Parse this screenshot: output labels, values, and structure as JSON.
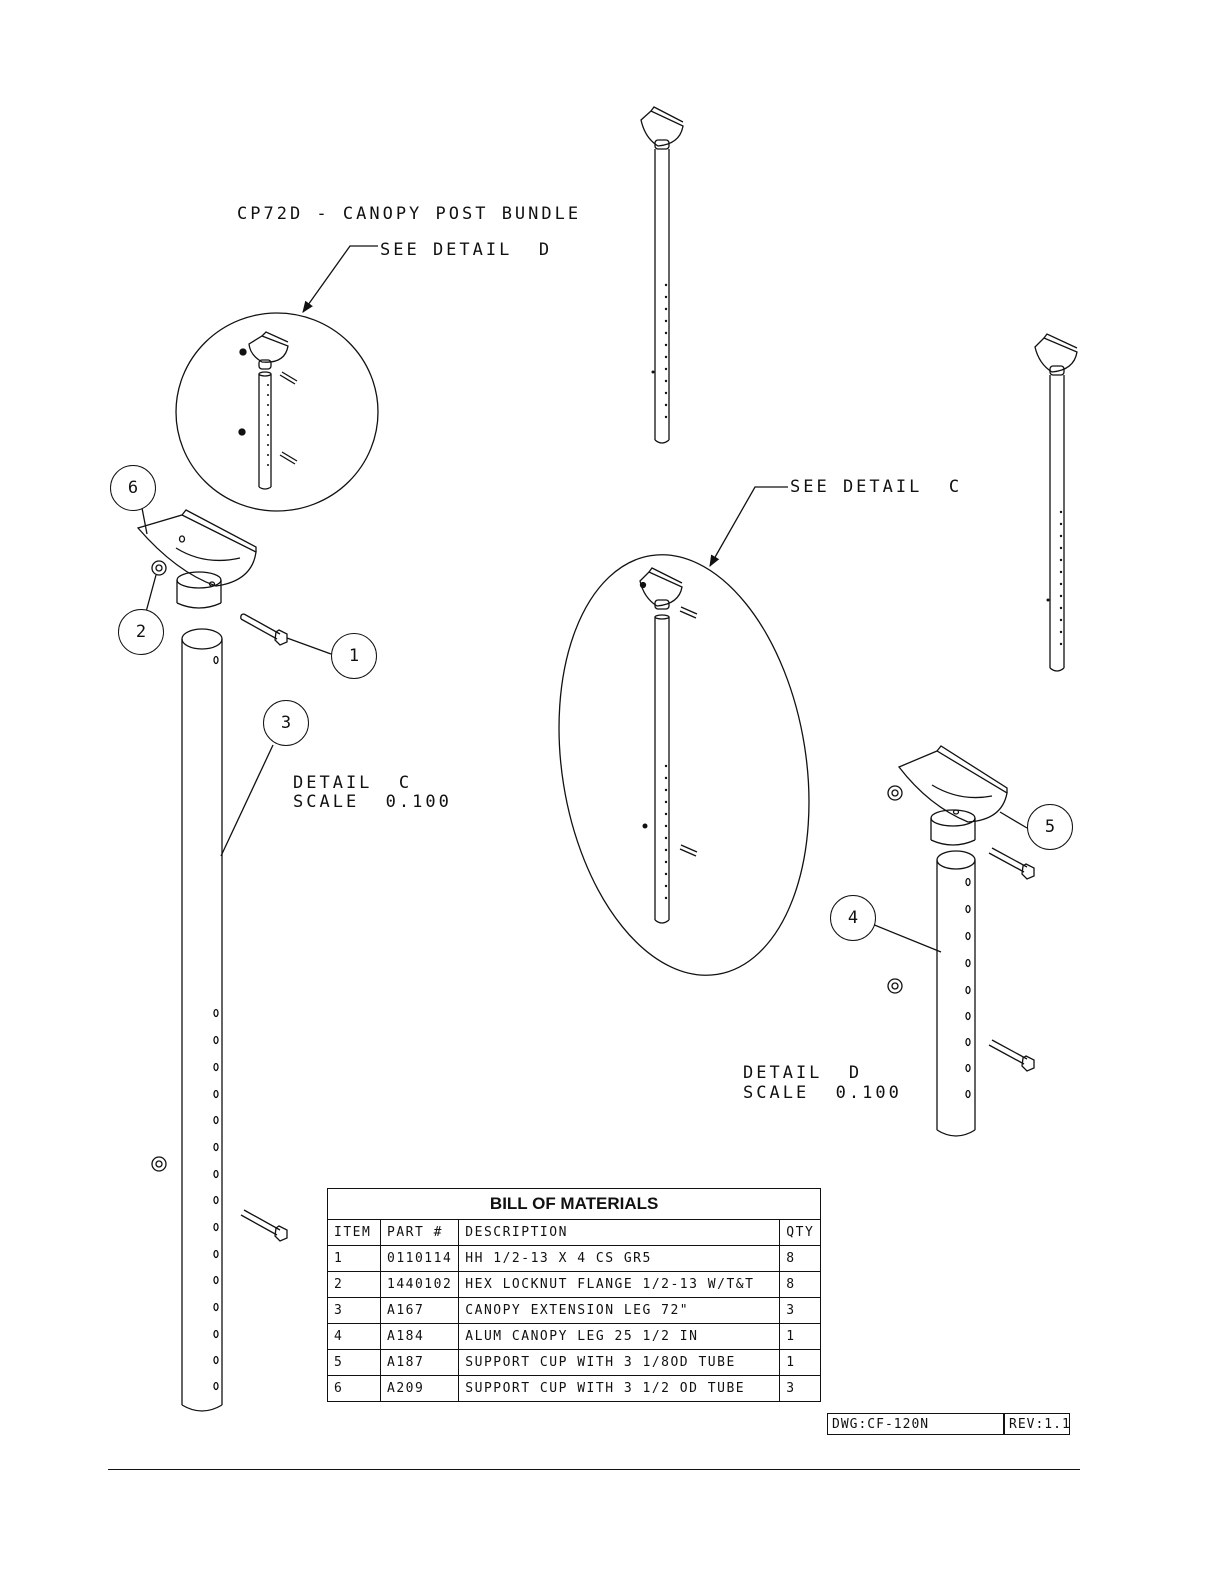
{
  "labels": {
    "bundle_title": "CP72D - CANOPY POST BUNDLE",
    "see_detail_d": "SEE DETAIL  D",
    "see_detail_c": "SEE DETAIL  C",
    "detail_c": "DETAIL  C",
    "detail_c_scale": "SCALE  0.100",
    "detail_d": "DETAIL  D",
    "detail_d_scale": "SCALE  0.100"
  },
  "balloons": [
    "1",
    "2",
    "3",
    "4",
    "5",
    "6"
  ],
  "bom": {
    "title": "BILL OF MATERIALS",
    "headers": [
      "ITEM",
      "PART #",
      "DESCRIPTION",
      "QTY"
    ],
    "rows": [
      [
        "1",
        "0110114",
        "HH 1/2-13 X 4 CS GR5",
        "8"
      ],
      [
        "2",
        "1440102",
        "HEX LOCKNUT FLANGE 1/2-13 W/T&T",
        "8"
      ],
      [
        "3",
        "A167",
        "CANOPY EXTENSION LEG  72\"",
        "3"
      ],
      [
        "4",
        "A184",
        "ALUM CANOPY LEG   25 1/2 IN",
        "1"
      ],
      [
        "5",
        "A187",
        "SUPPORT CUP WITH 3 1/8OD TUBE",
        "1"
      ],
      [
        "6",
        "A209",
        "SUPPORT CUP WITH 3 1/2 OD TUBE",
        "3"
      ]
    ]
  },
  "title_block": {
    "dwg": "DWG:CF-120N",
    "rev": "REV:1.1"
  }
}
